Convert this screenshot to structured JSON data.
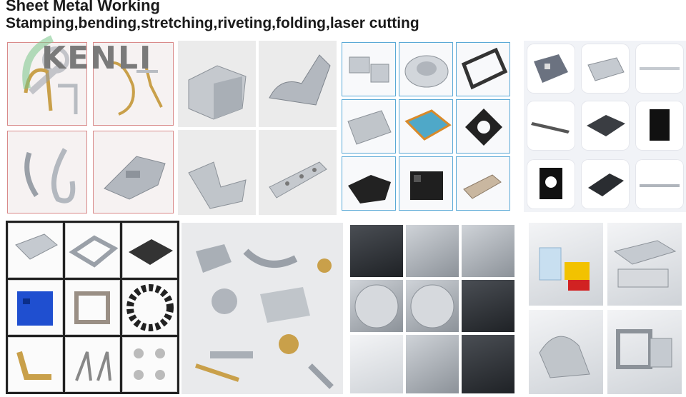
{
  "header": {
    "title": "Sheet Metal Working",
    "subtitle": "Stamping,bending,stretching,riveting,folding,laser cutting"
  },
  "logo": {
    "text": "KENLI"
  },
  "colors": {
    "red_frame": "#d98a8a",
    "blue_frame": "#5aa9d6",
    "brass": "#c9a04a",
    "steel": "#a9afb6",
    "dark_panel": "#222222",
    "blue_part": "#1f4fd0",
    "yellow_part": "#f2c200",
    "red_part": "#d12222"
  },
  "panels": [
    {
      "name": "photo-group-stamped-brackets",
      "tiles": [
        "brass-clip-parts",
        "brass-wire-forms",
        "bent-strip-clip",
        "stamped-bracket"
      ]
    },
    {
      "name": "photo-group-bent-boxes",
      "tiles": [
        "formed-box",
        "bent-tray",
        "bent-angle",
        "perforated-bracket"
      ]
    },
    {
      "name": "photo-group-blue-frame-parts",
      "tiles": [
        "cut-plates",
        "turned-cover",
        "frame-plate",
        "perforated-plate",
        "blue-tray",
        "square-flange",
        "black-bracket",
        "black-box",
        "hinge-plate"
      ]
    },
    {
      "name": "photo-group-white-cards",
      "tiles": [
        "vent-plate",
        "flat-panel",
        "thin-strip",
        "rail-strip",
        "chassis-tray",
        "black-panel",
        "mount-plate",
        "slotted-plate",
        "long-strip"
      ]
    },
    {
      "name": "photo-group-dark-grid",
      "tiles": [
        "channel-bracket",
        "frame-bracket",
        "slotted-cover",
        "blue-enclosure",
        "cage-part",
        "gear-disc",
        "brass-bend",
        "clips",
        "star-washers"
      ]
    },
    {
      "name": "photo-group-assorted-stampings",
      "tiles": [
        "assorted-parts"
      ]
    },
    {
      "name": "photo-group-laser-cut",
      "tiles": [
        "machined-plate-1",
        "machined-plate-2",
        "long-plate",
        "hole-disc-1",
        "hole-disc-2",
        "box-bracket",
        "press-machine",
        "curved-shell",
        "black-plate"
      ]
    },
    {
      "name": "photo-group-enclosures",
      "tiles": [
        "acrylic-parts",
        "enclosure-set",
        "bent-shells",
        "open-frame"
      ]
    }
  ]
}
